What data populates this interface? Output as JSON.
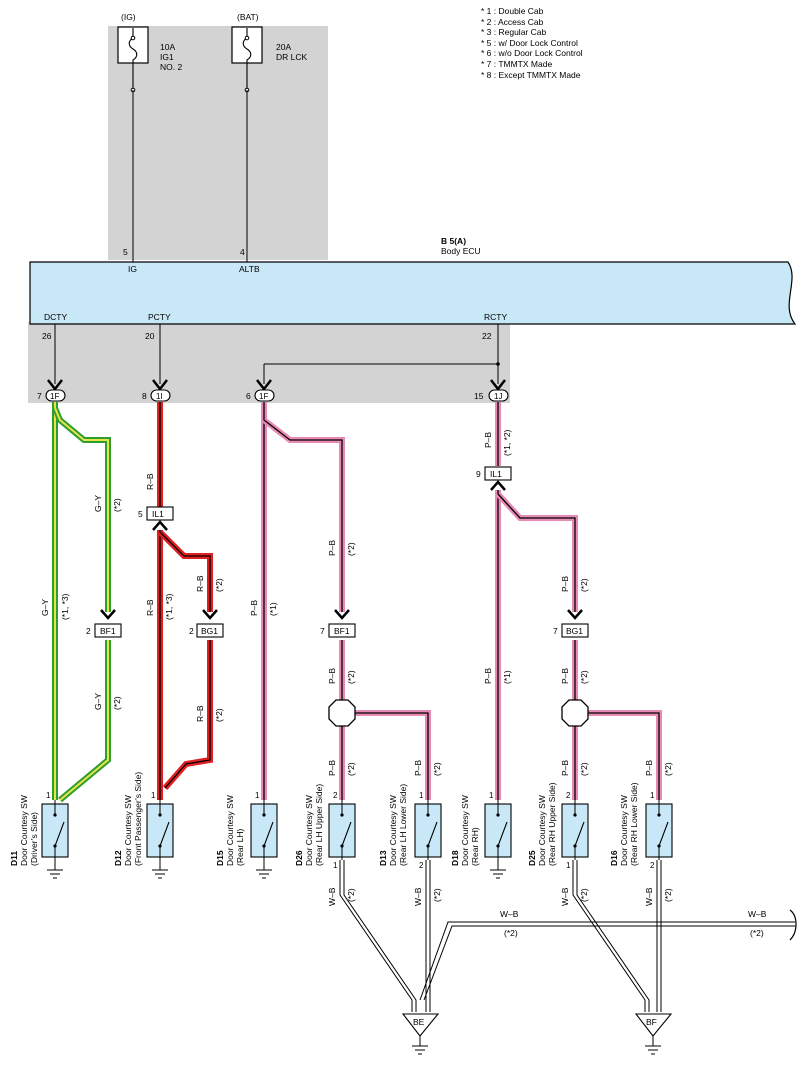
{
  "notes": [
    "* 1 : Double Cab",
    "* 2 : Access Cab",
    "* 3 : Regular Cab",
    "* 5 : w/ Door Lock Control",
    "* 6 : w/o Door Lock Control",
    "* 7 : TMMTX Made",
    "* 8 : Except TMMTX Made"
  ],
  "fuses": [
    {
      "source": "(IG)",
      "rating": "10A",
      "name1": "IG1",
      "name2": "NO. 2"
    },
    {
      "source": "(BAT)",
      "rating": "20A",
      "name1": "DR LCK",
      "name2": ""
    }
  ],
  "ecu": {
    "code": "B 5(A)",
    "name": "Body ECU",
    "top_pins": [
      {
        "num": "5",
        "name": "IG"
      },
      {
        "num": "4",
        "name": "ALTB"
      }
    ],
    "bottom_pins": [
      {
        "num": "26",
        "name": "DCTY"
      },
      {
        "num": "20",
        "name": "PCTY"
      },
      {
        "num": "22",
        "name": "RCTY"
      }
    ]
  },
  "junctions": [
    {
      "pin": "7",
      "code": "1F"
    },
    {
      "pin": "8",
      "code": "1I"
    },
    {
      "pin": "6",
      "code": "1F"
    },
    {
      "pin": "15",
      "code": "1J"
    }
  ],
  "connectors": [
    {
      "pin": "5",
      "code": "IL1"
    },
    {
      "pin": "9",
      "code": "IL1"
    },
    {
      "pin": "2",
      "code": "BF1"
    },
    {
      "pin": "2",
      "code": "BG1"
    },
    {
      "pin": "7",
      "code": "BF1"
    },
    {
      "pin": "7",
      "code": "BG1"
    }
  ],
  "wire_labels": {
    "gy": "G–Y",
    "rb": "R–B",
    "pb": "P–B",
    "wb": "W–B",
    "n13": "(*1, *3)",
    "n12": "(*1, *2)",
    "n1": "(*1)",
    "n2": "(*2)"
  },
  "switches": [
    {
      "code": "D11",
      "line1": "Door Courtesy SW",
      "line2": "(Driver’s Side)",
      "pin_top": "1",
      "pin_bot": ""
    },
    {
      "code": "D12",
      "line1": "Door Courtesy SW",
      "line2": "(Front Passenger’s Side)",
      "pin_top": "1",
      "pin_bot": ""
    },
    {
      "code": "D15",
      "line1": "Door Courtesy SW",
      "line2": "(Rear LH)",
      "pin_top": "1",
      "pin_bot": ""
    },
    {
      "code": "D26",
      "line1": "Door Courtesy SW",
      "line2": "(Rear LH Upper Side)",
      "pin_top": "2",
      "pin_bot": "1"
    },
    {
      "code": "D13",
      "line1": "Door Courtesy SW",
      "line2": "(Rear LH Lower Side)",
      "pin_top": "1",
      "pin_bot": "2"
    },
    {
      "code": "D18",
      "line1": "Door Courtesy SW",
      "line2": "(Rear RH)",
      "pin_top": "1",
      "pin_bot": ""
    },
    {
      "code": "D25",
      "line1": "Door Courtesy SW",
      "line2": "(Rear RH Upper Side)",
      "pin_top": "2",
      "pin_bot": "1"
    },
    {
      "code": "D16",
      "line1": "Door Courtesy SW",
      "line2": "(Rear RH Lower Side)",
      "pin_top": "1",
      "pin_bot": "2"
    }
  ],
  "grounds": [
    {
      "code": "BE"
    },
    {
      "code": "BF"
    }
  ],
  "colors": {
    "ecu_fill": "#c9e8f7",
    "gray_box": "#d3d3d3",
    "green": "#2e9e2e",
    "yellow": "#e8e34a",
    "red": "#e02020",
    "pink": "#e88ab6",
    "switch_fill": "#c9e8f7"
  }
}
